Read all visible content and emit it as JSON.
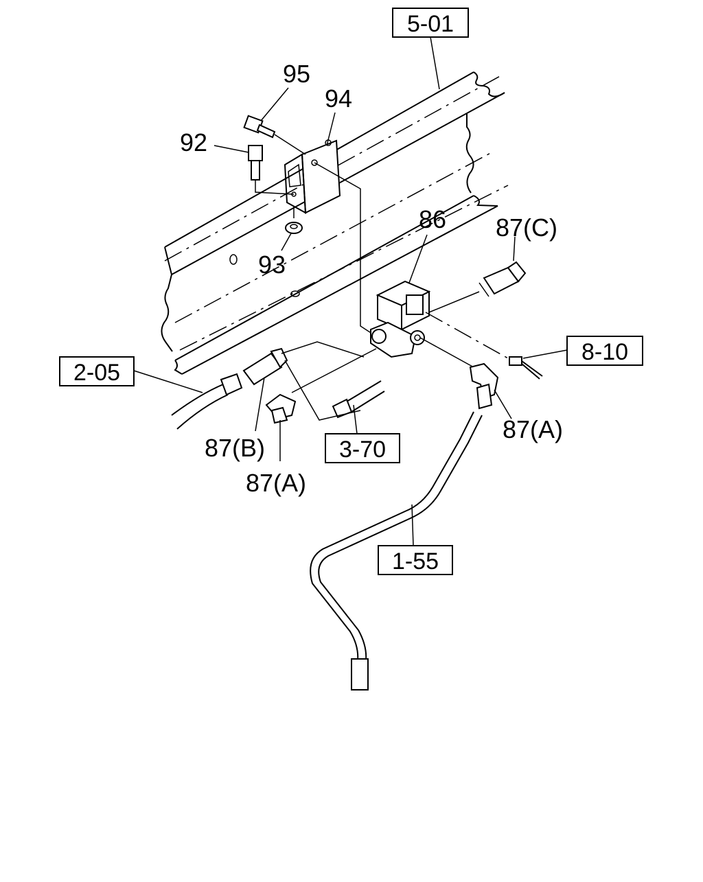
{
  "diagram": {
    "reference_boxes": {
      "frame": "5-01",
      "wiring": "8-10",
      "left_line": "2-05",
      "mid_line": "3-70",
      "lower_line": "1-55"
    },
    "callouts": {
      "p95": "95",
      "p94": "94",
      "p92": "92",
      "p93": "93",
      "p86": "86",
      "p87c": "87(C)",
      "p87b": "87(B)",
      "p87a_left": "87(A)",
      "p87a_right": "87(A)"
    }
  }
}
